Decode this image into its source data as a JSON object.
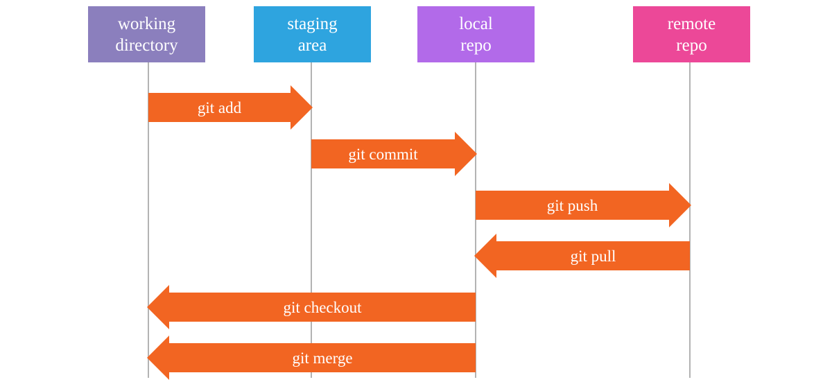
{
  "colors": {
    "arrow": "#f26522",
    "lifeline": "#b3b3b3",
    "text": "#ffffff"
  },
  "lanes": [
    {
      "id": "working",
      "label_lines": [
        "working",
        "directory"
      ],
      "color": "#8b7fbd"
    },
    {
      "id": "staging",
      "label_lines": [
        "staging",
        "area"
      ],
      "color": "#2ea4df"
    },
    {
      "id": "local",
      "label_lines": [
        "local",
        "repo"
      ],
      "color": "#b26ae9"
    },
    {
      "id": "remote",
      "label_lines": [
        "remote",
        "repo"
      ],
      "color": "#ec4898"
    }
  ],
  "commands": [
    {
      "id": "git-add",
      "label": "git add",
      "from": "working",
      "to": "staging"
    },
    {
      "id": "git-commit",
      "label": "git commit",
      "from": "staging",
      "to": "local"
    },
    {
      "id": "git-push",
      "label": "git push",
      "from": "local",
      "to": "remote"
    },
    {
      "id": "git-pull",
      "label": "git pull",
      "from": "remote",
      "to": "local"
    },
    {
      "id": "git-checkout",
      "label": "git checkout",
      "from": "local",
      "to": "working"
    },
    {
      "id": "git-merge",
      "label": "git merge",
      "from": "local",
      "to": "working"
    }
  ]
}
